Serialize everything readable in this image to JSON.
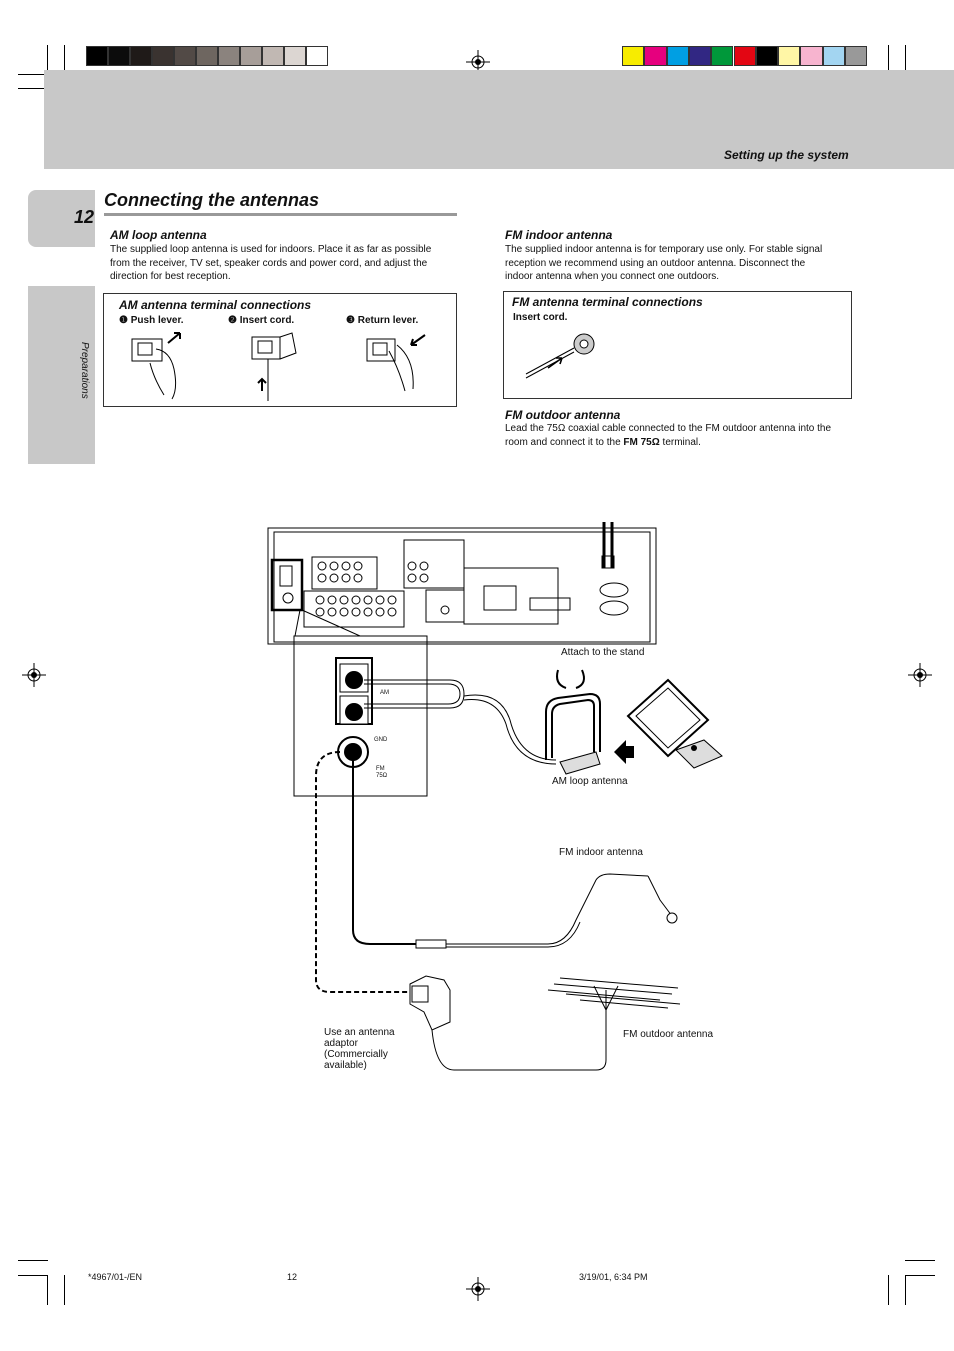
{
  "header": {
    "section_title": "Setting up the system",
    "page_number": "12",
    "side_tab": "Preparations"
  },
  "colors": {
    "gray_scale": [
      "#000000",
      "#0c0c0c",
      "#1f1a18",
      "#3a3330",
      "#524a46",
      "#6e6660",
      "#8b837e",
      "#a79e99",
      "#c1b8b3",
      "#dcd6d2",
      "#ffffff"
    ],
    "color_bar": [
      "#f7ec00",
      "#e6007e",
      "#009fe3",
      "#312783",
      "#00983a",
      "#e30613",
      "#000000",
      "#fff6a6",
      "#f7b4cf",
      "#a3d5f1",
      "#999999"
    ]
  },
  "title": "Connecting the antennas",
  "am_loop": {
    "heading": "AM loop antenna",
    "lines": [
      "The supplied loop antenna is used for indoors. Place it as far as possible",
      "from the receiver, TV set, speaker cords and power cord, and adjust the",
      "direction for best reception."
    ]
  },
  "am_terminal": {
    "heading": "AM antenna terminal connections",
    "steps": [
      {
        "num": "❶",
        "label": "Push lever."
      },
      {
        "num": "❷",
        "label": "Insert cord."
      },
      {
        "num": "❸",
        "label": "Return lever."
      }
    ]
  },
  "fm_indoor": {
    "heading": "FM indoor antenna",
    "lines": [
      "The supplied indoor antenna is for temporary use only. For stable signal",
      "reception we recommend using an outdoor antenna. Disconnect the",
      "indoor antenna when you connect one outdoors."
    ]
  },
  "fm_terminal": {
    "heading": "FM antenna terminal connections",
    "step": "Insert cord."
  },
  "fm_outdoor": {
    "heading": "FM outdoor antenna",
    "line1": "Lead the 75Ω coaxial cable connected to the FM outdoor antenna into the",
    "line2_pre": "room and connect it to the ",
    "line2_bold": "FM 75Ω",
    "line2_post": " terminal."
  },
  "diagram": {
    "attach_stand": "Attach to the stand",
    "am_loop_label": "AM loop antenna",
    "fm_indoor_label": "FM indoor antenna",
    "fm_outdoor_label": "FM outdoor antenna",
    "adaptor_lines": [
      "Use an antenna",
      "adaptor",
      "(Commercially",
      "available)"
    ],
    "term_am": "AM",
    "term_gnd": "GND",
    "term_fm": "FM",
    "term_fm2": "75Ω"
  },
  "footer": {
    "code": "*4967/01-/EN",
    "page": "12",
    "datetime": "3/19/01, 6:34 PM"
  }
}
